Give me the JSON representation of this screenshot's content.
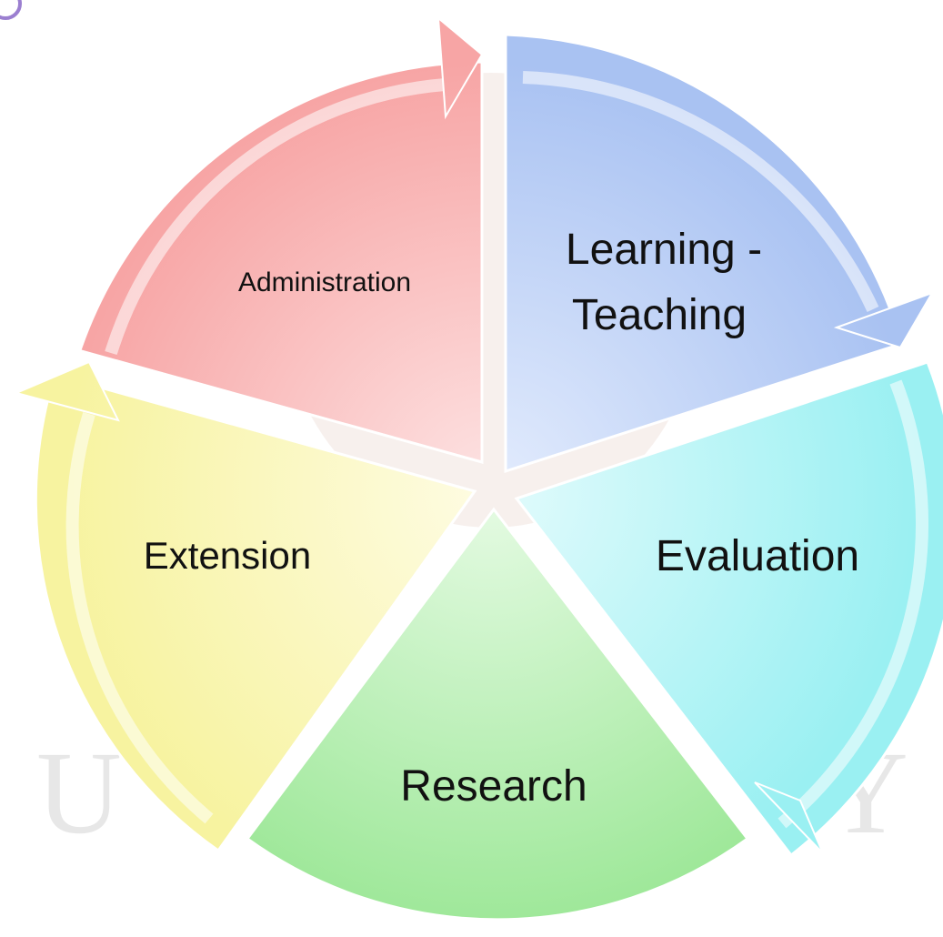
{
  "diagram": {
    "segments": [
      {
        "id": "administration",
        "label": "Administration",
        "color_outer": "#f7a5a5",
        "color_inner": "#fde3e3",
        "edge": "#e99090"
      },
      {
        "id": "learning-teaching",
        "label_lines": [
          "Learning -",
          "Teaching"
        ],
        "color_outer": "#a9c2f2",
        "color_inner": "#e3ecfd",
        "edge": "#8aa9e6"
      },
      {
        "id": "evaluation",
        "label": "Evaluation",
        "color_outer": "#9af0f2",
        "color_inner": "#e2fbfc",
        "edge": "#7fe0e4"
      },
      {
        "id": "research",
        "label": "Research",
        "color_outer": "#9fe89a",
        "color_inner": "#e6fbe4",
        "edge": "#86d681"
      },
      {
        "id": "extension",
        "label": "Extension",
        "color_outer": "#f7f3a0",
        "color_inner": "#fefce3",
        "edge": "#e9e17f"
      }
    ],
    "watermark": {
      "letters": [
        "U",
        "Y"
      ],
      "color": "#d8d8d8"
    },
    "corner_badge_color": "#9b7fd0"
  }
}
